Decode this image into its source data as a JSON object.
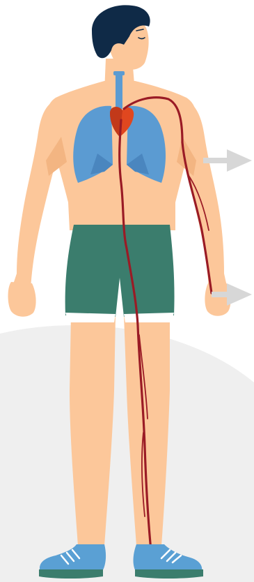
{
  "colors": {
    "background": "#ffffff",
    "backdrop": "#efefef",
    "skin": "#fcc79a",
    "skin_shade": "#f3b582",
    "hair": "#0f2a47",
    "lungs": "#5b9bd2",
    "lungs_shade": "#4a86bf",
    "heart": "#e0471f",
    "heart_shade": "#c2391a",
    "artery": "#9a1b25",
    "trachea": "#5b9bd2",
    "shorts": "#3b7d6d",
    "shorts_trim": "#ffffff",
    "shoe_upper": "#5aa0d4",
    "shoe_sole": "#3b7d6d",
    "shoe_stripes": "#ffffff",
    "arrow": "#d7d7d7"
  },
  "figure": {
    "subject": "human-body",
    "organs": [
      "lungs",
      "heart",
      "trachea"
    ],
    "vessels": [
      "aorta",
      "arm-artery",
      "leg-artery"
    ],
    "clothing": [
      "shorts",
      "sneakers"
    ]
  },
  "callouts": [
    {
      "icon": "arrow-right-icon",
      "target": "upper-arm"
    },
    {
      "icon": "arrow-right-icon",
      "target": "hand"
    }
  ]
}
